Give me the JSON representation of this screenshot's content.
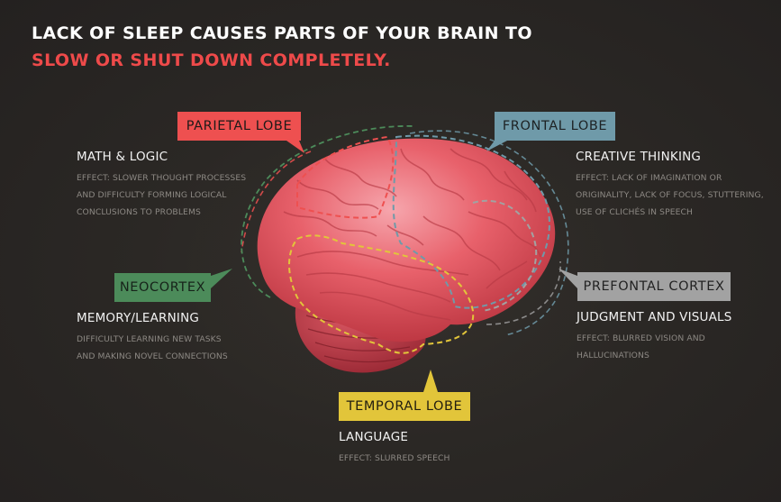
{
  "title": {
    "line1": "LACK OF SLEEP CAUSES PARTS OF YOUR BRAIN TO",
    "line2": "SLOW OR SHUT DOWN COMPLETELY."
  },
  "regions": {
    "parietal": {
      "tag": "PARIETAL LOBE",
      "color": "#ee5050",
      "title": "MATH & LOGIC",
      "effect": [
        "EFFECT:  SLOWER THOUGHT PROCESSES",
        "AND DIFFICULTY FORMING LOGICAL",
        "CONCLUSIONS TO PROBLEMS"
      ]
    },
    "frontal": {
      "tag": "FRONTAL LOBE",
      "color": "#6f9aa9",
      "title": "CREATIVE THINKING",
      "effect": [
        "EFFECT:  LACK OF IMAGINATION OR",
        "ORIGINALITY, LACK OF FOCUS, STUTTERING,",
        "USE OF CLICHÉS IN SPEECH"
      ]
    },
    "neocortex": {
      "tag": "NEOCORTEX",
      "color": "#4c8b5a",
      "title": "MEMORY/LEARNING",
      "effect": [
        "DIFFICULTY LEARNING NEW TASKS",
        "AND MAKING NOVEL CONNECTIONS"
      ]
    },
    "prefrontal": {
      "tag": "PREFONTAL CORTEX",
      "color": "#a2a2a2",
      "title": "JUDGMENT AND VISUALS",
      "effect": [
        "EFFECT:  BLURRED VISION AND",
        "HALLUCINATIONS"
      ]
    },
    "temporal": {
      "tag": "TEMPORAL LOBE",
      "color": "#e2c53a",
      "title": "LANGUAGE",
      "effect": [
        "EFFECT:  SLURRED SPEECH"
      ]
    }
  },
  "brain_icon": "brain-illustration"
}
